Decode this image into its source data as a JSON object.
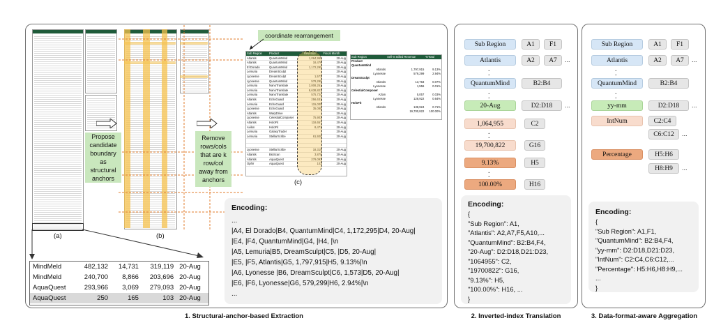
{
  "panel1": {
    "caption": "1. Structural-anchor-based Extraction",
    "label_a": "(a)",
    "label_b": "(b)",
    "label_c": "(c)",
    "anchor_box": "Propose candidate boundary as structural anchors",
    "remove_box": "Remove rows/cols that are k row/col away from anchors",
    "coord_box": "coordinate rearrangement",
    "inset_rows": [
      [
        "MindMeld",
        "482,132",
        "14,731",
        "319,119",
        "20-Aug"
      ],
      [
        "MindMeld",
        "240,700",
        "8,866",
        "203,696",
        "20-Aug"
      ],
      [
        "AquaQuest",
        "293,966",
        "3,069",
        "279,093",
        "20-Aug"
      ],
      [
        "AquaQuest",
        "250",
        "165",
        "103",
        "20-Aug"
      ]
    ],
    "sheet_c": {
      "headers": [
        "Sub Region",
        "Product",
        "Revenue",
        "Fiscal Month"
      ],
      "rows": [
        [
          "Atlantis",
          "QuantumMind",
          "1,064,955",
          "20-Aug"
        ],
        [
          "Atlantis",
          "QuantumMind",
          "18,476",
          "20-Aug"
        ],
        [
          "El Dorado",
          "QuantumMind",
          "1,172,295",
          "20-Aug"
        ],
        [
          "Lemuria",
          "DreamSculpt",
          "",
          "20-Aug"
        ],
        [
          "Lyonesse",
          "DreamSculpt",
          "1,573",
          "20-Aug"
        ],
        [
          "Lyonesse",
          "QuantumMind",
          "579,299",
          "20-Aug"
        ],
        [
          "Lemuria",
          "NanoTranslate",
          "2,808,251",
          "20-Aug"
        ],
        [
          "Lemuria",
          "NanoTranslate",
          "8,638,821",
          "20-Aug"
        ],
        [
          "Lemuria",
          "NanoTranslate",
          "575,724",
          "20-Aug"
        ],
        [
          "Atlantis",
          "EchoGuard",
          "256,631",
          "20-Aug"
        ],
        [
          "Lemuria",
          "EchoGuard",
          "115,009",
          "20-Aug"
        ],
        [
          "Lyonesse",
          "EchoGuard",
          "35,088",
          "20-Aug"
        ],
        [
          "Atlantis",
          "WarpDrive",
          "",
          "20-Aug"
        ],
        [
          "Lyonesse",
          "CelestialComposer",
          "75,903",
          "20-Aug"
        ],
        [
          "Atlantis",
          "HoloFit",
          "118,657",
          "20-Aug"
        ],
        [
          "Avilon",
          "HoloFit",
          "8,471",
          "20-Aug"
        ],
        [
          "Lemuria",
          "GalaxyTrader",
          "",
          "20-Aug"
        ],
        [
          "Lemuria",
          "StellarScribe",
          "61,920",
          "20-Aug"
        ],
        [
          "",
          "",
          "",
          ""
        ],
        [
          "",
          "",
          "",
          ""
        ],
        [
          "Lyonesse",
          "StellarScribe",
          "18,315",
          "20-Aug"
        ],
        [
          "Atlantis",
          "BioScan",
          "3,875",
          "20-Aug"
        ],
        [
          "Atlantis",
          "AquaQuest",
          "279,093",
          "20-Aug"
        ],
        [
          "Ophir",
          "AquaQuest",
          "103",
          "20-Aug"
        ]
      ]
    },
    "pivot": {
      "headers": [
        "Sub Region",
        "Sell-In Billed Revenue",
        "%Total"
      ],
      "rows": [
        [
          "Product",
          "",
          ""
        ],
        [
          "QuantumMind",
          "",
          ""
        ],
        [
          "Atlantis",
          "1,797,915",
          "9.13%"
        ],
        [
          "Lyonesse",
          "579,299",
          "2.94%"
        ],
        [
          "DreamSculpt",
          "",
          ""
        ],
        [
          "Atlantis",
          "13,763",
          "0.07%"
        ],
        [
          "Lyonesse",
          "1,556",
          "0.01%"
        ],
        [
          "CelestialComposer",
          "",
          ""
        ],
        [
          "Azlan",
          "5,057",
          "0.03%"
        ],
        [
          "Lyonesse",
          "128,922",
          "0.64%"
        ],
        [
          "HoloFit",
          "",
          ""
        ],
        [
          "Atlantis",
          "138,924",
          "0.71%"
        ],
        [
          "",
          "19,700,822",
          "100.00%"
        ]
      ]
    },
    "encoding": {
      "title": "Encoding:",
      "lines": [
        "...",
        "|A4, El Dorado|B4, QuantumMind|C4, 1,172,295|D4, 20-Aug|",
        "|E4, |F4, QuantumMind|G4, |H4, |\\n",
        "|A5, Lemuria|B5, DreamSculpt|C5, |D5, 20-Aug|",
        "|E5, |F5, Atlantis|G5, 1,797,915|H5, 9.13%|\\n",
        "|A6, Lyonesse |B6, DreamSculpt|C6, 1,573|D5, 20-Aug|",
        "|E6, |F6, Lyonesse|G6, 579,299|H6, 2.94%|\\n",
        "..."
      ]
    }
  },
  "panel2": {
    "caption": "2. Inverted-index Translation",
    "values": [
      "Sub Region",
      "Atlantis",
      "QuantumMind",
      "20-Aug",
      "1,064,955",
      "19,700,822",
      "9.13%",
      "100.00%"
    ],
    "addresses": [
      [
        "A1",
        "F1"
      ],
      [
        "A2",
        "A7"
      ],
      [
        "B2:B4"
      ],
      [
        "D2:D18"
      ],
      [
        "C2"
      ],
      [
        "G16"
      ],
      [
        "H5"
      ],
      [
        "H16"
      ]
    ],
    "encoding": {
      "title": "Encoding:",
      "lines": [
        "{",
        "\"Sub Region\": A1,",
        "\"Atlantis\": A2,A7,F5,A10,...",
        "\"QuantumMind\": B2:B4,F4,",
        "\"20-Aug\": D2:D18,D21:D23,",
        "\"1064955\": C2,",
        "\"19700822\": G16,",
        "\"9.13%\": H5,",
        "\"100.00%\": H16, ...",
        "}"
      ]
    }
  },
  "panel3": {
    "caption": "3. Data-format-aware Aggregation",
    "values": [
      "Sub Region",
      "Atlantis",
      "QuantumMind",
      "yy-mm",
      "IntNum",
      "Percentage"
    ],
    "addresses": [
      [
        "A1",
        "F1"
      ],
      [
        "A2",
        "A7"
      ],
      [
        "B2:B4"
      ],
      [
        "D2:D18"
      ],
      [
        "C2:C4"
      ],
      [
        "C6:C12"
      ],
      [
        "H5:H6"
      ],
      [
        "H8:H9"
      ]
    ],
    "encoding": {
      "title": "Encoding:",
      "lines": [
        "{",
        "\"Sub Region\": A1,F1,",
        "\"QuantumMind\": B2:B4,F4,",
        "\"yy-mm\": D2:D18,D21:D23,",
        "\"IntNum\": C2:C4,C6:C12,...",
        "\"Percentage\": H5:H6,H8:H9,...",
        "...",
        "}"
      ]
    },
    "colors": {
      "blue": "#d6e6f6",
      "gray": "#e6e6e6",
      "green": "#c7ebb8",
      "peach": "#f8dccd",
      "orange": "#eca97f"
    }
  }
}
